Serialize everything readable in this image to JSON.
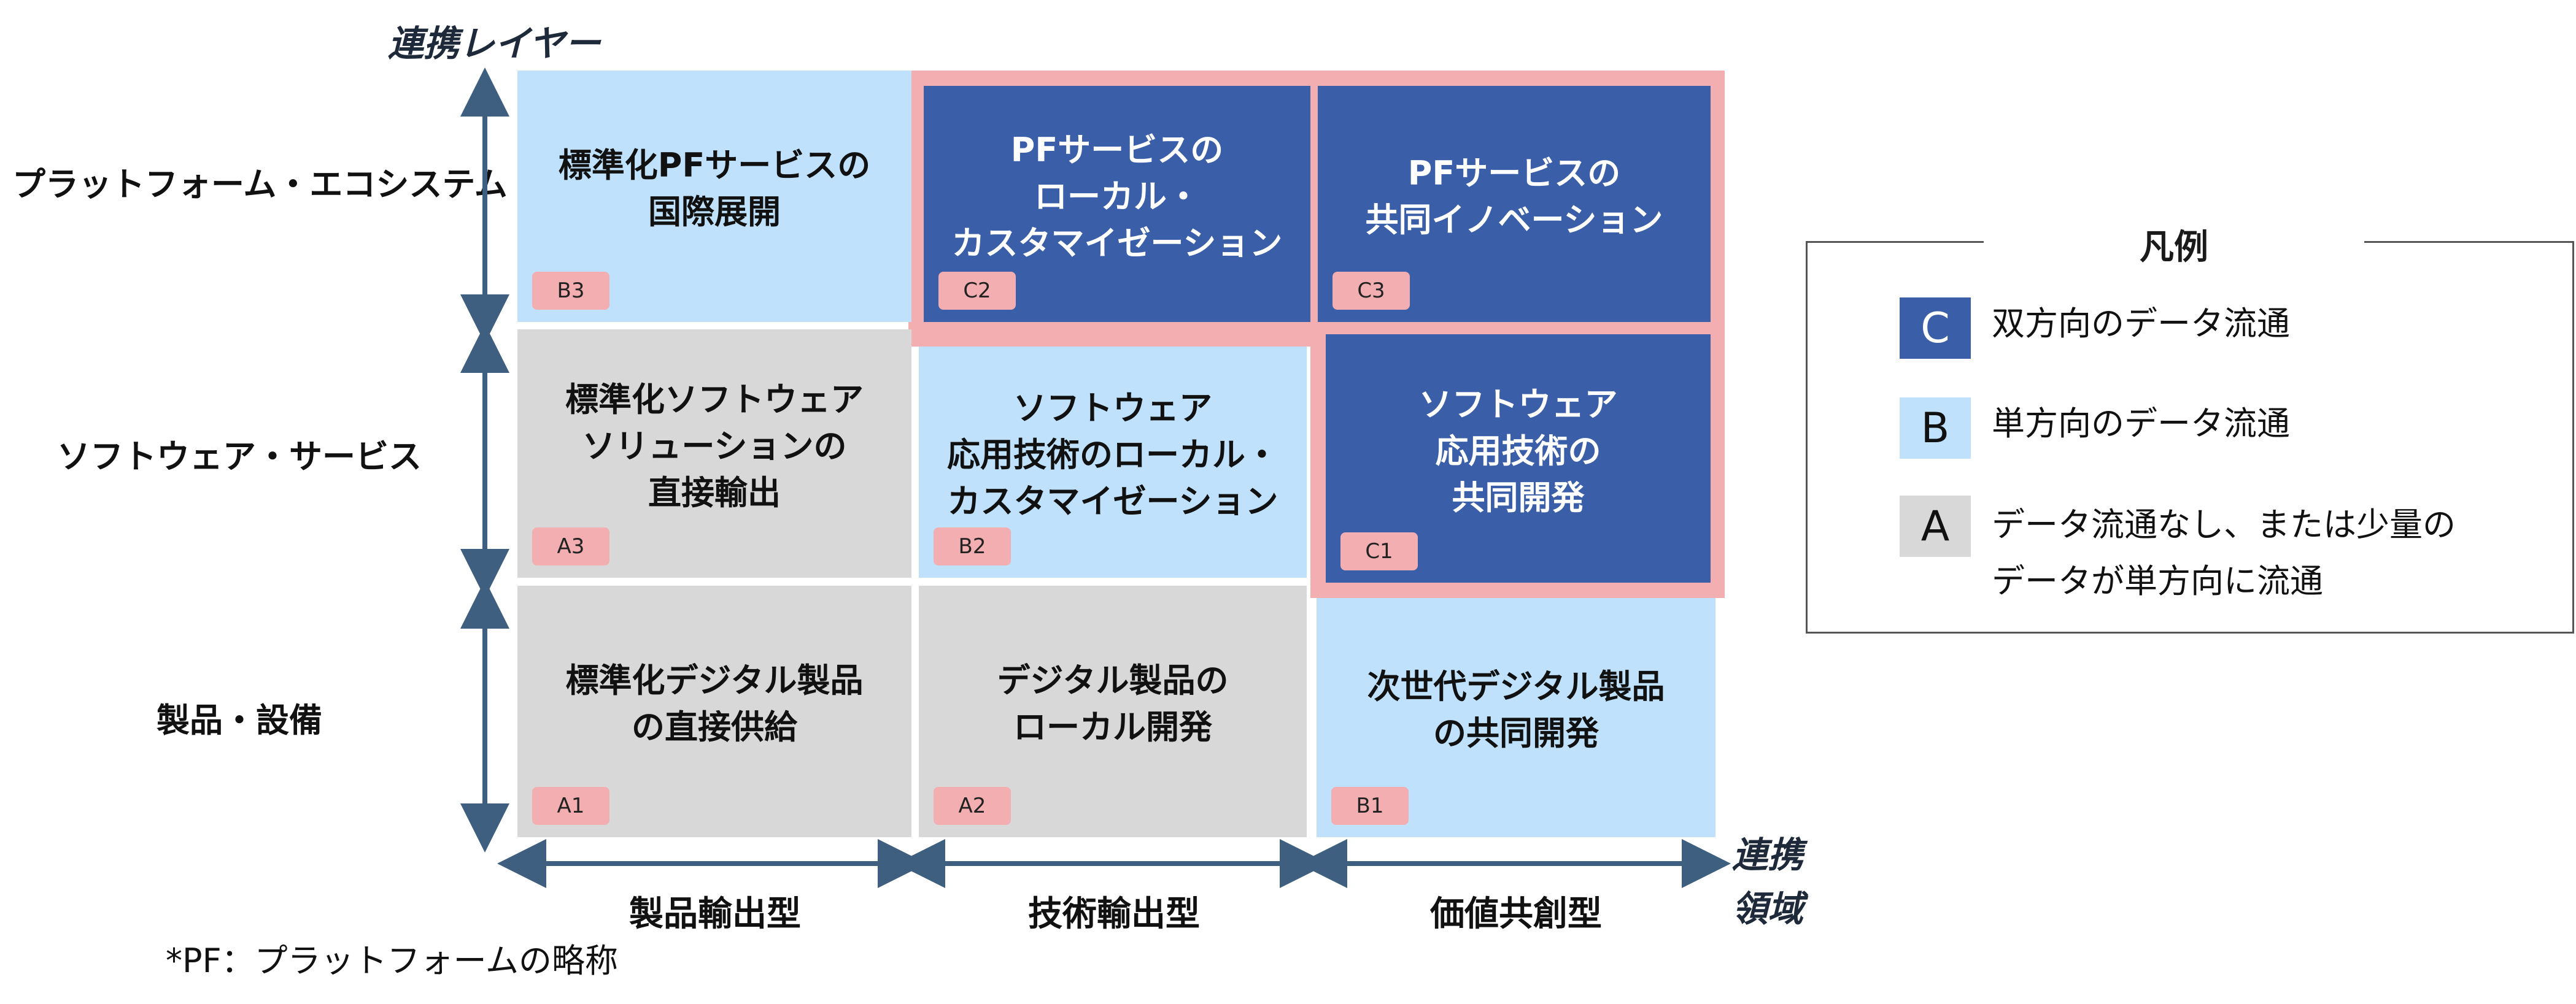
{
  "y_axis_title": "連携レイヤー",
  "x_axis_title": "連携\n領域",
  "rows": [
    {
      "label": "プラットフォーム・エコシステム"
    },
    {
      "label": "ソフトウェア・サービス"
    },
    {
      "label": "製品・設備"
    }
  ],
  "columns": [
    {
      "label": "製品輸出型"
    },
    {
      "label": "技術輸出型"
    },
    {
      "label": "価値共創型"
    }
  ],
  "cells": {
    "B3": {
      "text": "標準化PFサービスの\n国際展開",
      "code": "B3",
      "level": "B"
    },
    "C2": {
      "text": "PFサービスの\nローカル・\nカスタマイゼーション",
      "code": "C2",
      "level": "C"
    },
    "C3": {
      "text": "PFサービスの\n共同イノベーション",
      "code": "C3",
      "level": "C"
    },
    "A3": {
      "text": "標準化ソフトウェア\nソリューションの\n直接輸出",
      "code": "A3",
      "level": "A"
    },
    "B2": {
      "text": "ソフトウェア\n応用技術のローカル・\nカスタマイゼーション",
      "code": "B2",
      "level": "B"
    },
    "C1": {
      "text": "ソフトウェア\n応用技術の\n共同開発",
      "code": "C1",
      "level": "C"
    },
    "A1": {
      "text": "標準化デジタル製品\nの直接供給",
      "code": "A1",
      "level": "A"
    },
    "A2": {
      "text": "デジタル製品の\nローカル開発",
      "code": "A2",
      "level": "A"
    },
    "B1": {
      "text": "次世代デジタル製品\nの共同開発",
      "code": "B1",
      "level": "B"
    }
  },
  "legend": {
    "title": "凡例",
    "items": [
      {
        "key": "C",
        "text": "双方向のデータ流通"
      },
      {
        "key": "B",
        "text": "単方向のデータ流通"
      },
      {
        "key": "A",
        "text": "データ流通なし、または少量の\nデータが単方向に流通"
      }
    ]
  },
  "colors": {
    "level_C": "#3a5ea8",
    "level_B": "#bfe1fb",
    "level_A": "#d8d8d8",
    "highlight": "#f2aeb0",
    "code_badge": "#f2aeb0",
    "arrow": "#3f5f80"
  },
  "footnote": "*PF：プラットフォームの略称"
}
